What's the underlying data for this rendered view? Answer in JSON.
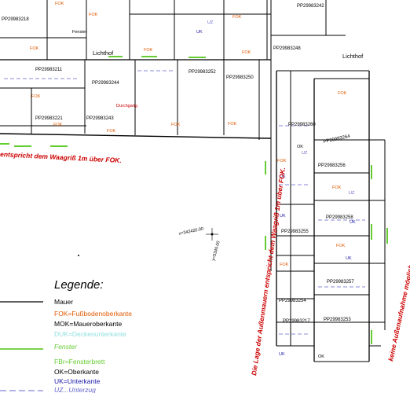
{
  "colors": {
    "wall": "#000000",
    "fok": "#e05a00",
    "mok": "#000000",
    "duk": "#8fe0e0",
    "window": "#66cc33",
    "fbr": "#66cc33",
    "ok": "#000000",
    "uk": "#1a1aaa",
    "uz": "#6666cc",
    "note": "#cc0000",
    "grid": "#3333aa"
  },
  "plan": {
    "courtyards": [
      "Lichthof",
      "Lichthof"
    ],
    "room_ids": [
      "PP29983242",
      "PP29983244",
      "PP29983243",
      "PP29983252",
      "PP29983250",
      "PP29983221",
      "PP29983211",
      "PP29983218",
      "PP29983248",
      "PP29983260",
      "PP29983264",
      "PP29983256",
      "PP29983258",
      "PP29983255",
      "PP29983257",
      "PP29983254",
      "PP29983253",
      "PP29983217"
    ],
    "coordinate_x": "x=342420.00",
    "coordinate_y": "y=5340.00",
    "labels": {
      "fok": "FOK",
      "uk": "UK",
      "ok": "OK",
      "uz": "UZ",
      "fenster": "Fenster",
      "durchgang": "Durchgang"
    }
  },
  "notes": {
    "horizontal": "entspricht dem Waagriß 1m über FOK.",
    "vertical_1": "Die Lage der Außenmauern entspricht dem Waagriß 1m über FOK.",
    "vertical_2": "keine Außenaufnahme möglich, da kein Zugang!"
  },
  "legend": {
    "title": "Legende:",
    "items": [
      {
        "key": "mauer",
        "text": "Mauer",
        "line": "solid-black"
      },
      {
        "key": "fok",
        "text": "FOK=Fußbodenoberkante",
        "line": "none"
      },
      {
        "key": "mok",
        "text": "MOK=Maueroberkante",
        "line": "none"
      },
      {
        "key": "duk",
        "text": "DUK=Deckenunterkante",
        "line": "none"
      },
      {
        "key": "fenster",
        "text": "Fenster",
        "line": "solid-green"
      },
      {
        "key": "fbr",
        "text": "FBr=Fensterbrett",
        "line": "none"
      },
      {
        "key": "ok",
        "text": "OK=Oberkante",
        "line": "none"
      },
      {
        "key": "uk",
        "text": "UK=Unterkante",
        "line": "none"
      },
      {
        "key": "uz",
        "text": "UZ...Unterzug",
        "line": "dashed-blue"
      }
    ]
  }
}
